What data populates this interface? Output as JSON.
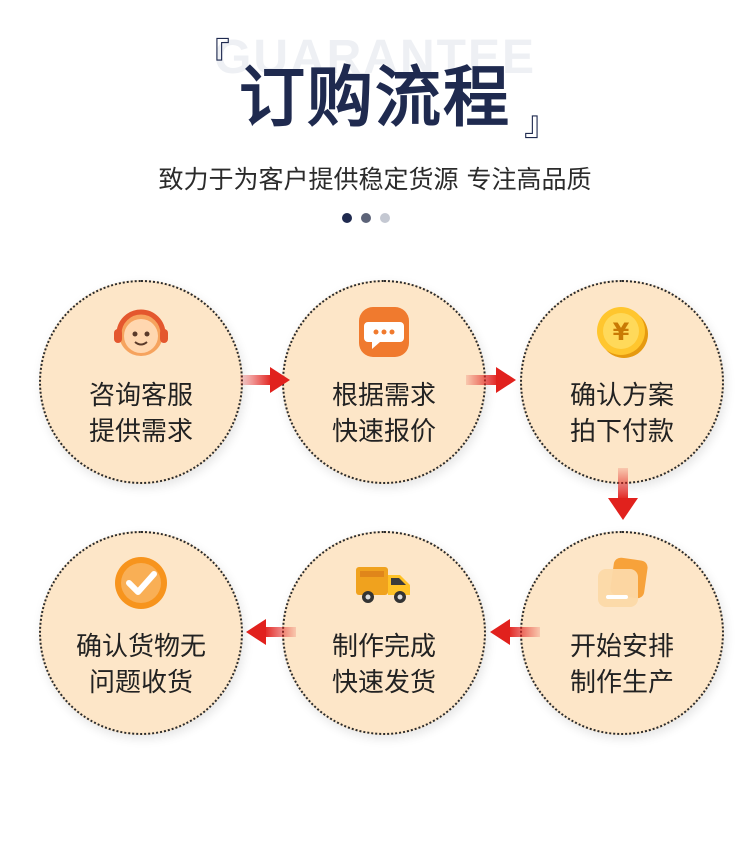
{
  "header": {
    "watermark": "GUARANTEE",
    "bracket_left": "『",
    "title": "订购流程",
    "bracket_right": "』",
    "subtitle": "致力于为客户提供稳定货源 专注高品质"
  },
  "colors": {
    "title": "#1f2a4f",
    "circle_fill": "#fde6c8",
    "arrow": "#e1211d",
    "dot_active": "#1f2a4f",
    "dot_mid": "#5c6378",
    "dot_light": "#c4c8d2"
  },
  "steps": [
    {
      "line1": "咨询客服",
      "line2": "提供需求",
      "icon": "customer-service-icon"
    },
    {
      "line1": "根据需求",
      "line2": "快速报价",
      "icon": "chat-bubble-icon"
    },
    {
      "line1": "确认方案",
      "line2": "拍下付款",
      "icon": "yuan-coin-icon"
    },
    {
      "line1": "开始安排",
      "line2": "制作生产",
      "icon": "folder-icon"
    },
    {
      "line1": "制作完成",
      "line2": "快速发货",
      "icon": "delivery-truck-icon"
    },
    {
      "line1": "确认货物无",
      "line2": "问题收货",
      "icon": "checkmark-icon"
    }
  ]
}
